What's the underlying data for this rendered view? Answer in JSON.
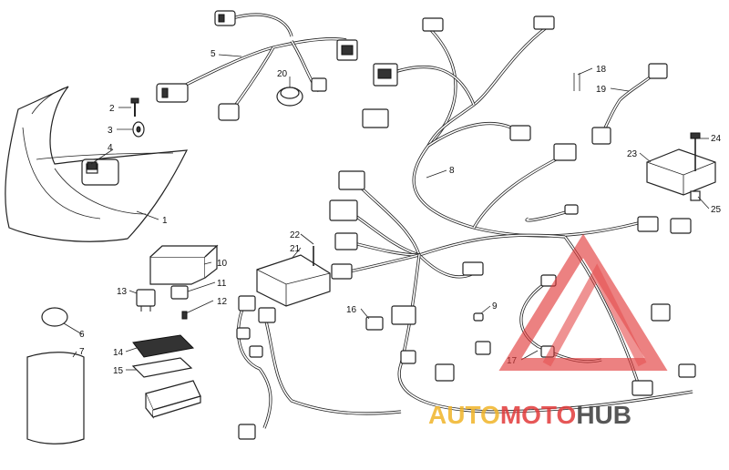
{
  "callouts": [
    "1",
    "2",
    "3",
    "4",
    "5",
    "6",
    "7",
    "8",
    "9",
    "10",
    "11",
    "12",
    "13",
    "14",
    "15",
    "16",
    "17",
    "18",
    "19",
    "20",
    "21",
    "22",
    "23",
    "24",
    "25"
  ],
  "watermark": {
    "part1": "AUTO",
    "part2": "MOTO",
    "part3": "HUB",
    "color_primary": "#e23a3a",
    "color_secondary": "#f0b429",
    "color_dark": "#3a3a3a"
  },
  "icons": [
    "wiring-harness-icon",
    "headlight-icon",
    "relay-icon",
    "ecu-icon",
    "watermark-triangle-icon"
  ]
}
